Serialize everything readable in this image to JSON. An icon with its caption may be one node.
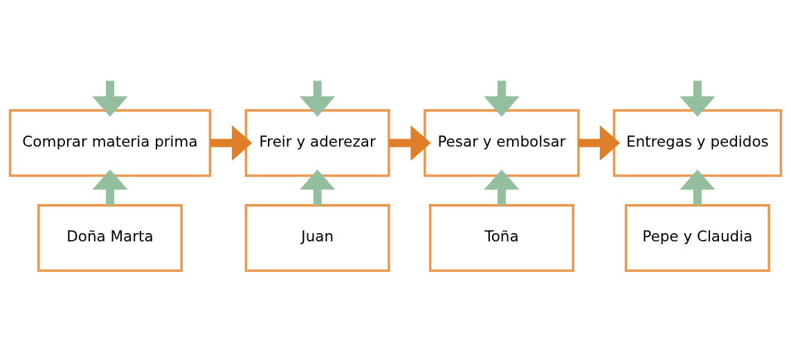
{
  "diagram": {
    "nodes": [
      {
        "text": [
          "Comprar materia prima"
        ]
      },
      {
        "text": [
          "Freir y aderezar"
        ]
      },
      {
        "text": [
          "Pesar y embolsar"
        ]
      },
      {
        "text": [
          "Entregas y pedidos"
        ]
      },
      {
        "text": [
          "Doña Marta"
        ]
      },
      {
        "text": [
          "Juan"
        ]
      },
      {
        "text": [
          "Toña"
        ]
      },
      {
        "text": [
          "Pepe y Claudia"
        ]
      }
    ],
    "edges": [
      {
        "from": null,
        "to": 0,
        "arrow": "to"
      },
      {
        "from": null,
        "to": 1,
        "arrow": "to"
      },
      {
        "from": null,
        "to": 2,
        "arrow": "to"
      },
      {
        "from": null,
        "to": 3,
        "arrow": "to"
      },
      {
        "from": 0,
        "to": 1,
        "arrow": "to",
        "color": "#e07f2a"
      },
      {
        "from": 1,
        "to": 2,
        "arrow": "to",
        "color": "#e07f2a"
      },
      {
        "from": 2,
        "to": 3,
        "arrow": "to",
        "color": "#e07f2a"
      },
      {
        "from": 4,
        "to": 0,
        "arrow": "to"
      },
      {
        "from": 5,
        "to": 1,
        "arrow": "to"
      },
      {
        "from": 6,
        "to": 2,
        "arrow": "to"
      },
      {
        "from": 7,
        "to": 3,
        "arrow": "to"
      }
    ]
  }
}
